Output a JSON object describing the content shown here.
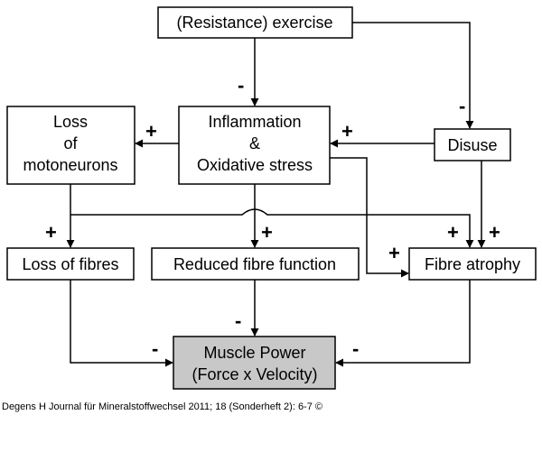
{
  "nodes": {
    "exercise": {
      "lines": [
        "(Resistance) exercise"
      ]
    },
    "motoneurons": {
      "lines": [
        "Loss",
        "of",
        "motoneurons"
      ]
    },
    "inflammation": {
      "lines": [
        "Inflammation",
        "&",
        "Oxidative stress"
      ]
    },
    "disuse": {
      "lines": [
        "Disuse"
      ]
    },
    "loss_fibres": {
      "lines": [
        "Loss of fibres"
      ]
    },
    "reduced_function": {
      "lines": [
        "Reduced fibre function"
      ]
    },
    "fibre_atrophy": {
      "lines": [
        "Fibre atrophy"
      ]
    },
    "muscle_power": {
      "lines": [
        "Muscle Power",
        "(Force x Velocity)"
      ],
      "fill": "#c8c8c8"
    }
  },
  "edges": [
    {
      "from": "exercise",
      "to": "inflammation",
      "sign": "-"
    },
    {
      "from": "exercise",
      "to": "disuse",
      "sign": "-"
    },
    {
      "from": "inflammation",
      "to": "motoneurons",
      "sign": "+"
    },
    {
      "from": "disuse",
      "to": "inflammation",
      "sign": "+"
    },
    {
      "from": "motoneurons",
      "to": "loss_fibres",
      "sign": "+"
    },
    {
      "from": "motoneurons",
      "to": "fibre_atrophy",
      "sign": "+"
    },
    {
      "from": "inflammation",
      "to": "reduced_function",
      "sign": "+"
    },
    {
      "from": "inflammation",
      "to": "fibre_atrophy",
      "sign": "+"
    },
    {
      "from": "disuse",
      "to": "fibre_atrophy",
      "sign": "+"
    },
    {
      "from": "loss_fibres",
      "to": "muscle_power",
      "sign": "-"
    },
    {
      "from": "reduced_function",
      "to": "muscle_power",
      "sign": "-"
    },
    {
      "from": "fibre_atrophy",
      "to": "muscle_power",
      "sign": "-"
    }
  ],
  "caption": "Degens H Journal für Mineralstoffwechsel 2011; 18 (Sonderheft 2): 6-7 ©"
}
